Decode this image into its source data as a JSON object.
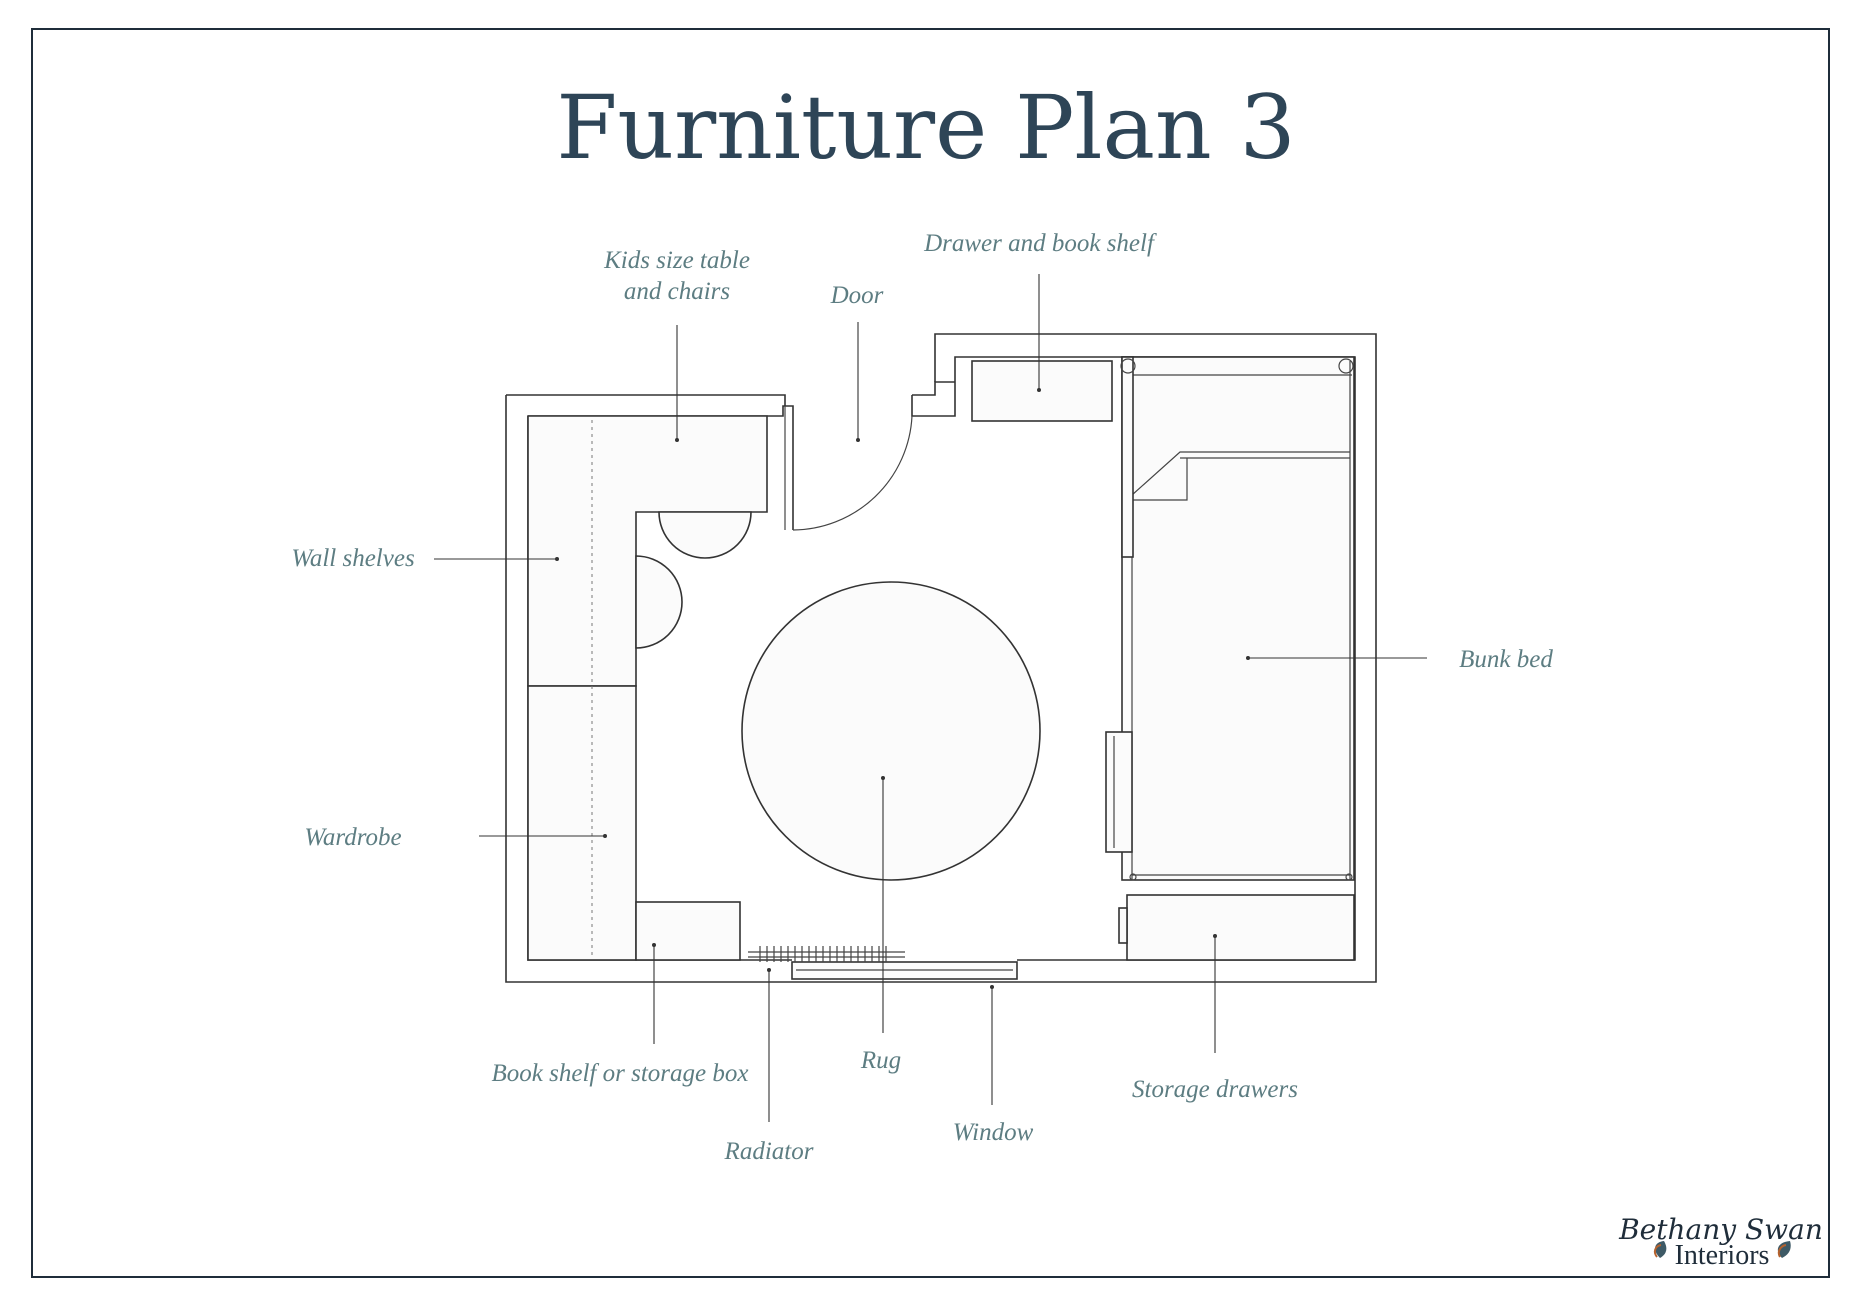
{
  "title": "Furniture Plan 3",
  "labels": {
    "kids_table_line1": "Kids size table",
    "kids_table_line2": "and chairs",
    "door": "Door",
    "drawer_shelf": "Drawer and book shelf",
    "wall_shelves": "Wall shelves",
    "wardrobe": "Wardrobe",
    "bunk_bed": "Bunk bed",
    "book_shelf_box": "Book shelf or storage box",
    "rug": "Rug",
    "radiator": "Radiator",
    "window": "Window",
    "storage_drawers": "Storage drawers"
  },
  "logo": {
    "line1": "Bethany Swan",
    "line2": "Interiors",
    "accent_color": "#b5622e",
    "leaf_color": "#3e5a66"
  },
  "colors": {
    "title": "#2e4557",
    "label": "#5d7d82",
    "frame": "#1f2d3a"
  }
}
